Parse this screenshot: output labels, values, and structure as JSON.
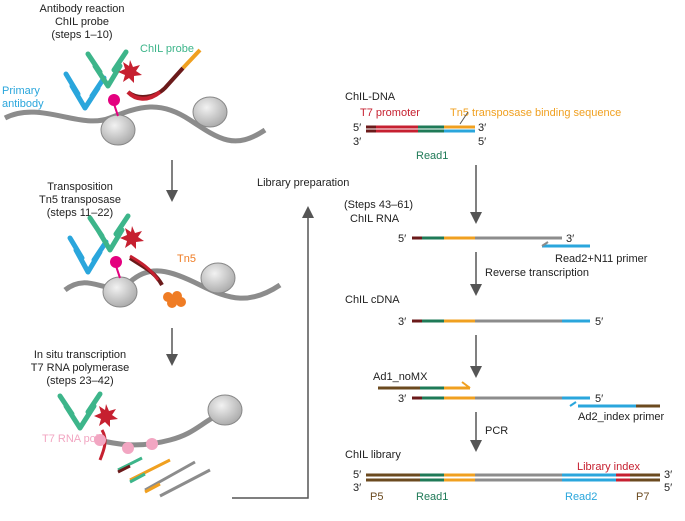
{
  "colors": {
    "dna": "#8c8c8c",
    "blue": "#2aa6dc",
    "green": "#3db58a",
    "darkgreen": "#1f7a57",
    "red": "#c62030",
    "orange": "#f0a020",
    "tn5": "#ef7c24",
    "magenta": "#e4007f",
    "pink": "#f2a6c2",
    "brown": "#6b4a1f",
    "darkred": "#6b1a1a",
    "arrow": "#555555"
  },
  "left": {
    "step1": {
      "line1": "Antibody reaction",
      "line2": "ChIL probe",
      "line3": "(steps 1–10)"
    },
    "chil_probe_label": "ChIL probe",
    "primary_antibody_label": {
      "line1": "Primary",
      "line2": "antibody"
    },
    "step2": {
      "line1": "Transposition",
      "line2": "Tn5 transposase",
      "line3": "(steps 11–22)"
    },
    "tn5_label": "Tn5",
    "step3": {
      "line1": "In situ transcription",
      "line2": "T7 RNA polymerase",
      "line3": "(steps 23–42)"
    },
    "t7_pol_label": "T7 RNA pol"
  },
  "middle": {
    "library_prep": "Library preparation"
  },
  "right": {
    "chil_dna_title": "ChIL-DNA",
    "t7_promoter": "T7 promoter",
    "tn5_binding": "Tn5 transposase binding sequence",
    "read1_top": "Read1",
    "steps_label": "(Steps 43–61)",
    "chil_rna_title": "ChIL RNA",
    "read2_primer": "Read2+N11 primer",
    "reverse_transcription": "Reverse transcription",
    "chil_cdna_title": "ChIL cDNA",
    "ad1": "Ad1_noMX",
    "ad2_primer": "Ad2_index primer",
    "pcr": "PCR",
    "chil_library_title": "ChIL library",
    "library_index": "Library index",
    "p5": "P5",
    "read1_bottom": "Read1",
    "read2_bottom": "Read2",
    "p7": "P7",
    "five_prime": "5′",
    "three_prime": "3′"
  }
}
